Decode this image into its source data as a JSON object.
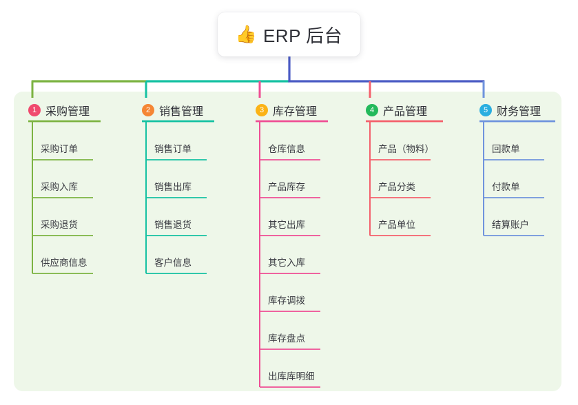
{
  "root": {
    "icon": "thumbs-up-icon",
    "emoji": "👍",
    "title": "ERP 后台"
  },
  "theme": {
    "panel_bg": "#eef7e9",
    "page_bg": "#ffffff",
    "stem_color": "#4a5ac4",
    "text_color": "#2f3037"
  },
  "columns": [
    {
      "number": "1",
      "title": "采购管理",
      "badge_color": "#f04a6e",
      "line_color": "#7cb342",
      "items": [
        {
          "label": "采购订单"
        },
        {
          "label": "采购入库"
        },
        {
          "label": "采购退货"
        },
        {
          "label": "供应商信息"
        }
      ]
    },
    {
      "number": "2",
      "title": "销售管理",
      "badge_color": "#f58634",
      "line_color": "#14c1a2",
      "items": [
        {
          "label": "销售订单"
        },
        {
          "label": "销售出库"
        },
        {
          "label": "销售退货"
        },
        {
          "label": "客户信息"
        }
      ]
    },
    {
      "number": "3",
      "title": "库存管理",
      "badge_color": "#fbb316",
      "line_color": "#ef4e94",
      "items": [
        {
          "label": "仓库信息"
        },
        {
          "label": "产品库存"
        },
        {
          "label": "其它出库"
        },
        {
          "label": "其它入库"
        },
        {
          "label": "库存调拨"
        },
        {
          "label": "库存盘点"
        },
        {
          "label": "出库库明细"
        }
      ]
    },
    {
      "number": "4",
      "title": "产品管理",
      "badge_color": "#23b95b",
      "line_color": "#f4606c",
      "items": [
        {
          "label": "产品（物料）"
        },
        {
          "label": "产品分类"
        },
        {
          "label": "产品单位"
        }
      ]
    },
    {
      "number": "5",
      "title": "财务管理",
      "badge_color": "#2aaee0",
      "line_color": "#6f93dd",
      "items": [
        {
          "label": "回款单"
        },
        {
          "label": "付款单"
        },
        {
          "label": "结算账户"
        }
      ]
    }
  ],
  "bus": {
    "segments": [
      {
        "color": "#7cb342"
      },
      {
        "color": "#14c1a2"
      },
      {
        "color": "#4a5ac4"
      }
    ]
  }
}
